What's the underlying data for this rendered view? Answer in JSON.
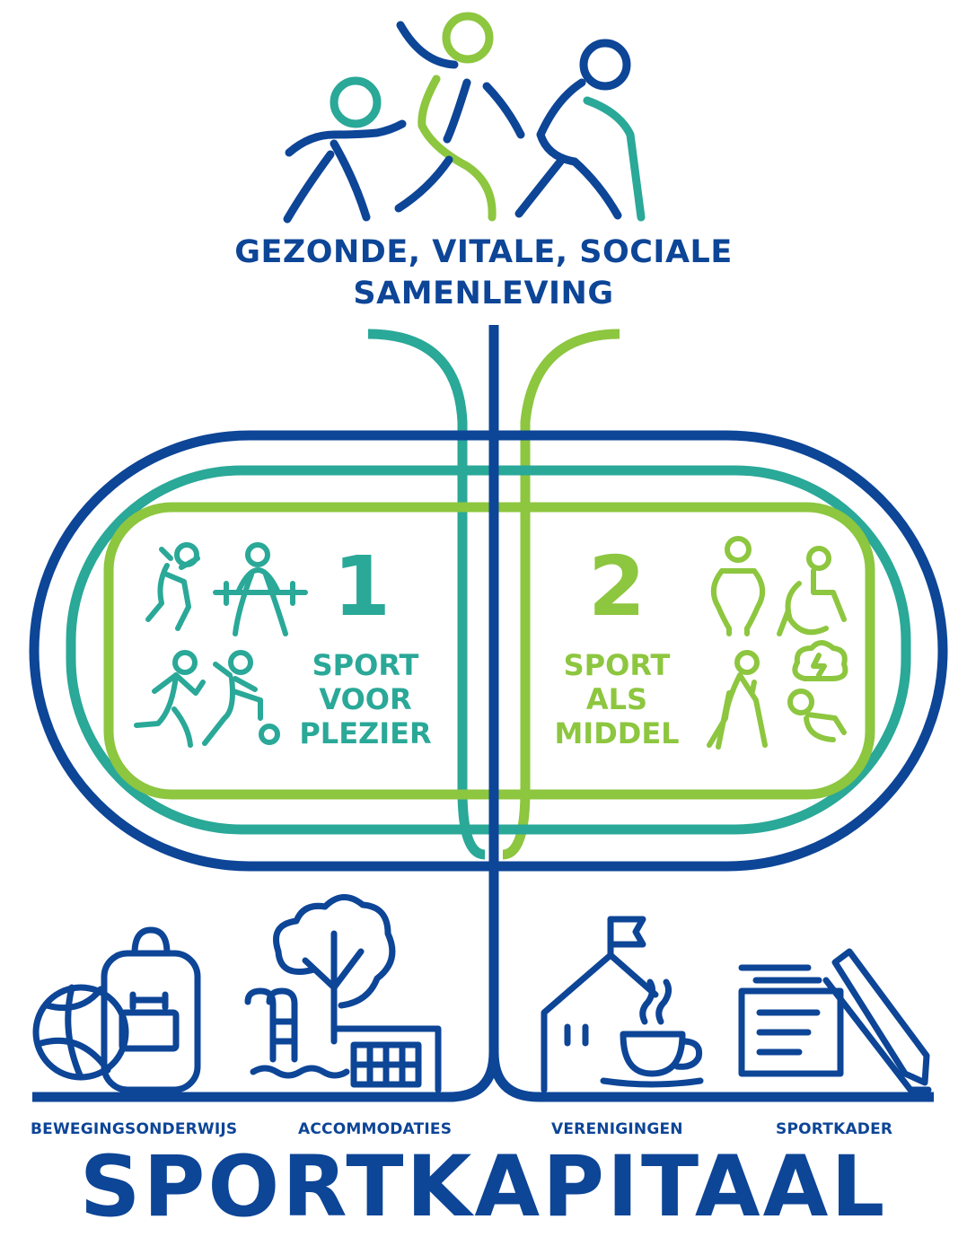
{
  "headline": {
    "line1": "GEZONDE, VITALE, SOCIALE",
    "line2": "SAMENLEVING"
  },
  "pillars": [
    {
      "number": "1",
      "line1": "SPORT",
      "line2": "VOOR",
      "line3": "PLEZIER"
    },
    {
      "number": "2",
      "line1": "SPORT",
      "line2": "ALS",
      "line3": "MIDDEL"
    }
  ],
  "capital": {
    "labels": [
      "BEWEGINGSONDERWIJS",
      "ACCOMMODATIES",
      "VERENIGINGEN",
      "SPORTKADER"
    ],
    "title": "SPORTKAPITAAL"
  },
  "colors": {
    "navy": "#0d4597",
    "teal": "#2aa898",
    "green": "#8dc63f"
  },
  "icons": {
    "top": [
      "runner-icon",
      "jumping-figure-icon",
      "walking-stick-figure-icon"
    ],
    "pillar1": [
      "volleyball-player-icon",
      "weightlifter-icon",
      "runner-icon",
      "footballer-icon"
    ],
    "pillar2": [
      "standing-person-icon",
      "wheelchair-user-icon",
      "walker-with-poles-icon",
      "stressed-person-icon"
    ],
    "capital": [
      "ball-icon",
      "backpack-icon",
      "tree-icon",
      "pool-ladder-icon",
      "building-grid-icon",
      "clubhouse-flag-icon",
      "coffee-cup-icon",
      "document-pencil-icon"
    ]
  }
}
